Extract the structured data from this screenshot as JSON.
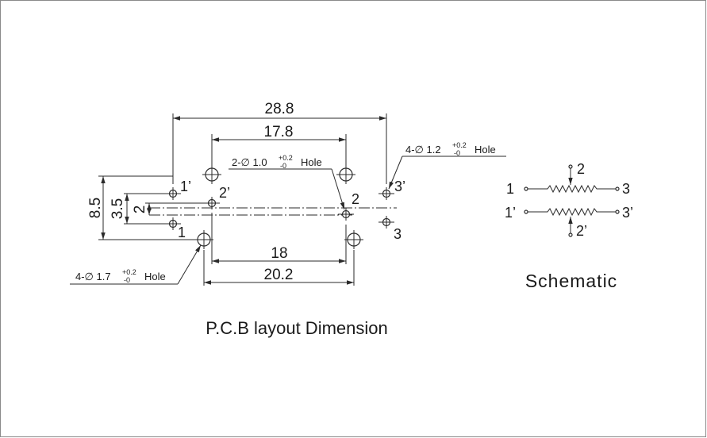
{
  "pcb": {
    "title": "P.C.B layout Dimension",
    "dims": {
      "w288": "28.8",
      "w178": "17.8",
      "w18": "18",
      "w202": "20.2",
      "h85": "8.5",
      "h35": "3.5",
      "h2": "2"
    },
    "pins": {
      "p1": "1",
      "p1p": "1’",
      "p2": "2",
      "p2p": "2’",
      "p3": "3",
      "p3p": "3’"
    },
    "notes": {
      "hole_a": {
        "prefix": "4-∅ 1.2",
        "tol_plus": "+0.2",
        "tol_minus": "-0",
        "suffix": "Hole"
      },
      "hole_b": {
        "prefix": "2-∅ 1.0",
        "tol_plus": "+0.2",
        "tol_minus": "-0",
        "suffix": "Hole"
      },
      "hole_c": {
        "prefix": "4-∅ 1.7",
        "tol_plus": "+0.2",
        "tol_minus": "-0",
        "suffix": "Hole"
      }
    }
  },
  "schematic": {
    "title": "Schematic",
    "labels": {
      "t1": "1",
      "t2": "2",
      "t3": "3",
      "t1p": "1’",
      "t2p": "2’",
      "t3p": "3’"
    }
  }
}
